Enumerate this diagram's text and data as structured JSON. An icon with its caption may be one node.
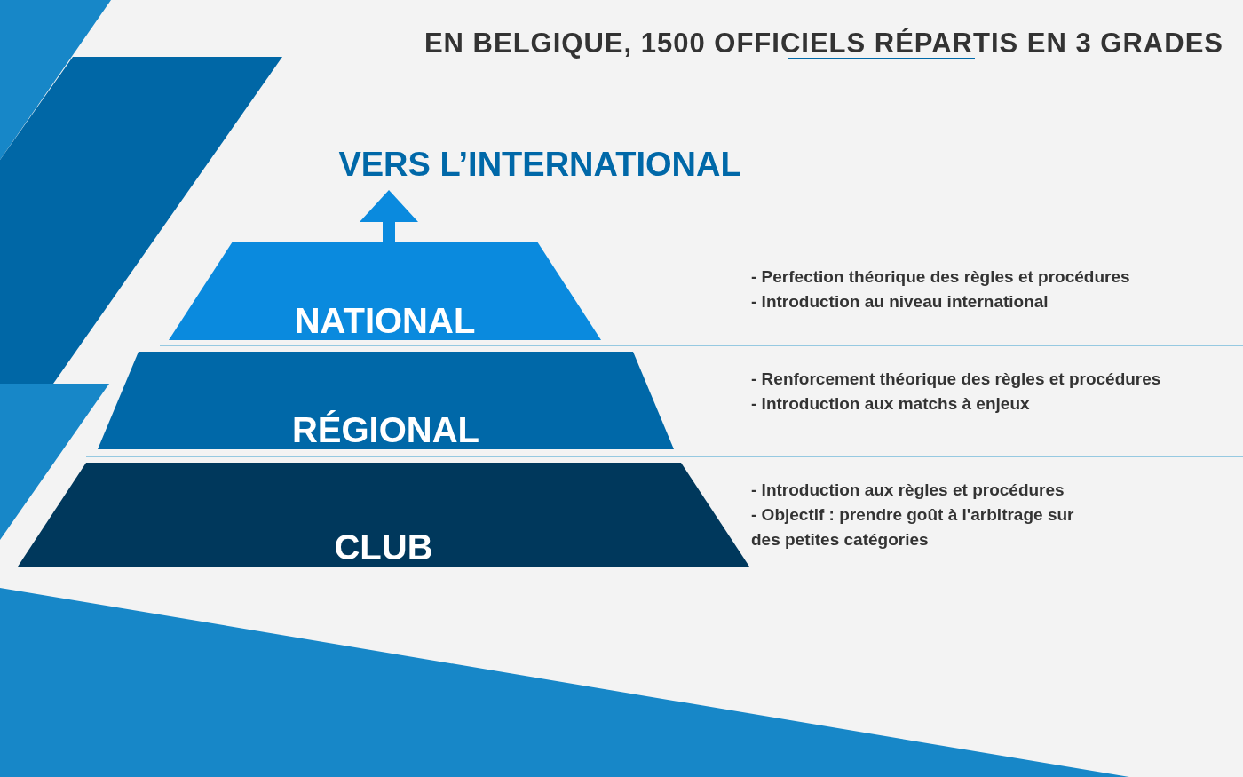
{
  "diagram": {
    "title": "EN BELGIQUE, 1500 OFFICIELS RÉPARTIS EN 3 GRADES",
    "nodes": [
      {
        "text": [
          "VERS L’INTERNATIONAL"
        ]
      },
      {
        "text": [
          "NATIONAL"
        ],
        "beside": [
          "- Perfection théorique des règles et procédures",
          "- Introduction au niveau international"
        ]
      },
      {
        "text": [
          "RÉGIONAL"
        ],
        "beside": [
          "- Renforcement théorique des règles et procédures",
          "- Introduction aux matchs à enjeux"
        ]
      },
      {
        "text": [
          "CLUB"
        ],
        "beside": [
          "- Introduction aux règles et procédures",
          "- Objectif : prendre goût à l'arbitrage sur des petites catégories"
        ]
      }
    ],
    "edges": [
      {
        "from": 1,
        "to": 0,
        "arrow": "to"
      }
    ]
  }
}
